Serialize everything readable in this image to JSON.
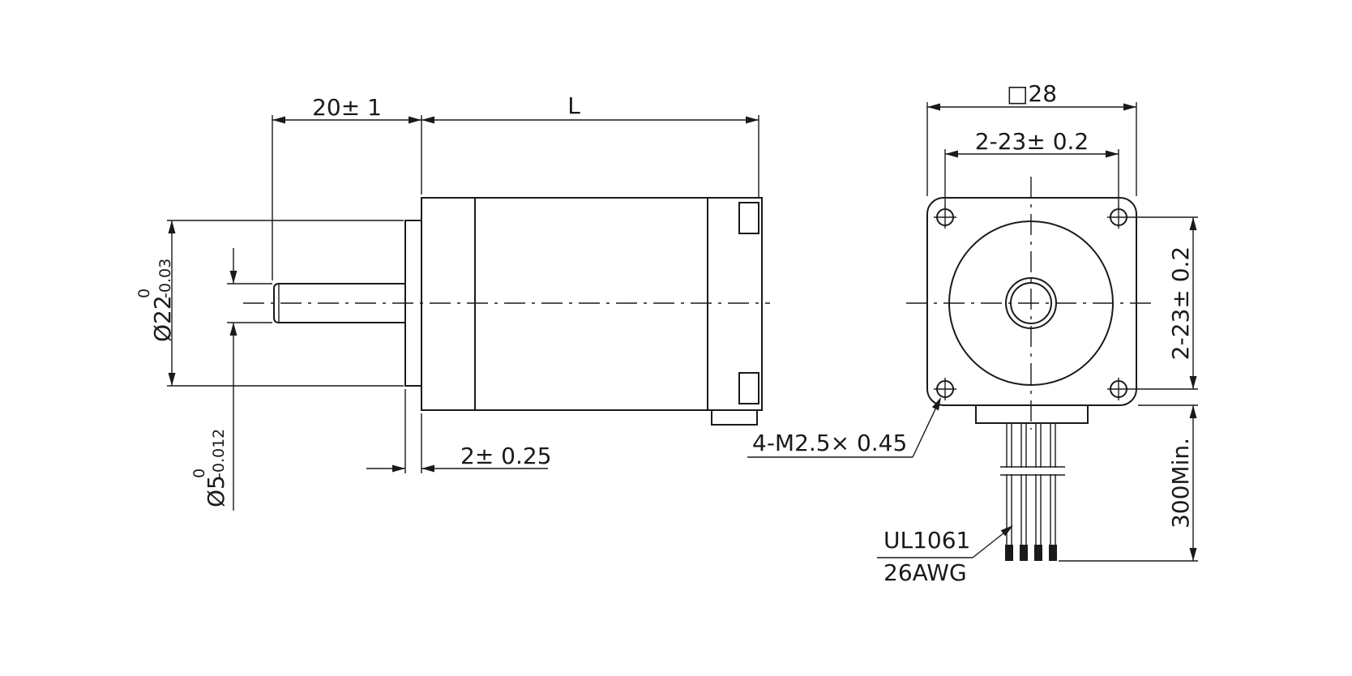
{
  "side_view": {
    "shaft_length": "20± 1",
    "body_length": "L",
    "flange_thickness": "2± 0.25",
    "pilot_diameter": {
      "main": "Ø22",
      "upper_tol": "0",
      "lower_tol": "-0.03"
    },
    "shaft_diameter": {
      "main": "Ø5",
      "upper_tol": "0",
      "lower_tol": "-0.012"
    }
  },
  "front_view": {
    "frame_size": "□28",
    "hole_spacing_h": "2-23± 0.2",
    "hole_spacing_v": "2-23± 0.2",
    "mount_thread": "4-M2.5× 0.45",
    "lead_length": "300Min.",
    "wire_spec_line1": "UL1061",
    "wire_spec_line2": "26AWG"
  },
  "colors": {
    "line": "#1a1a1a",
    "background": "#ffffff"
  }
}
